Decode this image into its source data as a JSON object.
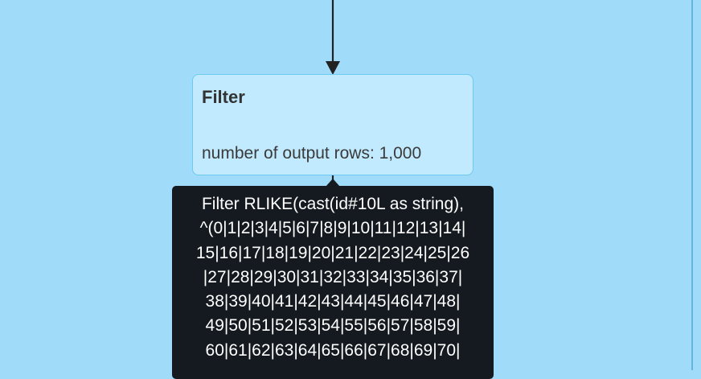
{
  "node": {
    "title": "Filter",
    "metric": "number of output rows: 1,000"
  },
  "tooltip": {
    "lines": [
      "Filter RLIKE(cast(id#10L as string),",
      "^(0|1|2|3|4|5|6|7|8|9|10|11|12|13|14|",
      "15|16|17|18|19|20|21|22|23|24|25|26",
      "|27|28|29|30|31|32|33|34|35|36|37|",
      "38|39|40|41|42|43|44|45|46|47|48|",
      "49|50|51|52|53|54|55|56|57|58|59|",
      "60|61|62|63|64|65|66|67|68|69|70|"
    ]
  },
  "colors": {
    "canvas_background": "#a0dcfa",
    "node_fill": "#c2eafe",
    "node_border": "#6ccaf0",
    "tooltip_background": "#141a1f",
    "edge": "#222222"
  }
}
